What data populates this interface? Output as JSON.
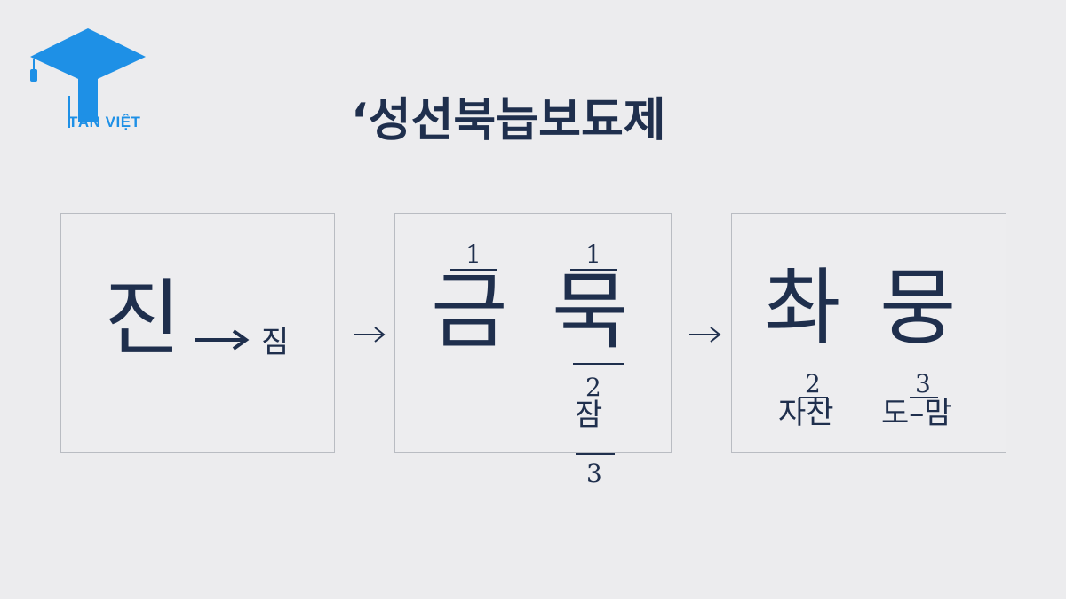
{
  "logo": {
    "brand_text": "TÂN VIỆT"
  },
  "title": "‘성선북늡보됴제",
  "panels": [
    {
      "main": "진",
      "result": "짐"
    },
    {
      "chars": [
        {
          "glyph": "금",
          "number_top": "1"
        },
        {
          "glyph": "묵",
          "number_top": "1",
          "number_mid": "2",
          "sub": "잠",
          "number_bottom": "3"
        }
      ]
    },
    {
      "chars": [
        {
          "glyph": "촤",
          "number": "2",
          "sub": "자찬"
        },
        {
          "glyph": "뭉",
          "number": "3",
          "sub": "도–맘"
        }
      ]
    }
  ],
  "connector_glyph": "→",
  "colors": {
    "background": "#ececee",
    "ink": "#1f2f4d",
    "brand_blue": "#1e90e6",
    "panel_border": "#b9bcc2"
  }
}
